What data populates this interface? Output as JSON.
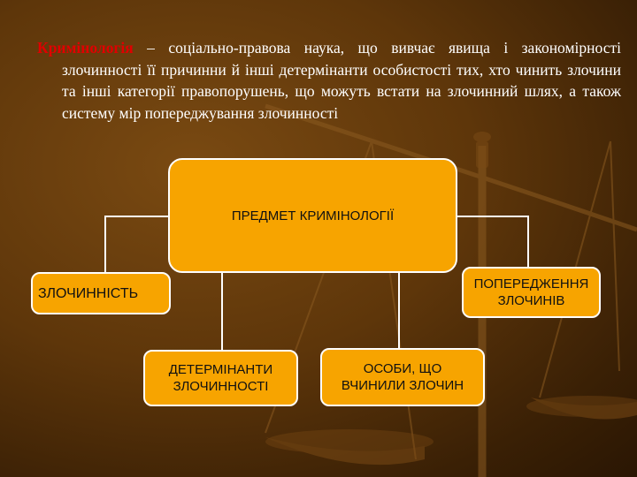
{
  "intro": {
    "term": "Кримінологія",
    "text": " – соціально-правова наука, що вивчає явища і закономірності злочинності її причинни й інші детермінанти особистості тих, хто чинить злочини та інші категорії правопорушень, що можуть встати на злочинний шлях, а також систему мір попереджування злочинності"
  },
  "diagram": {
    "center": "ПРЕДМЕТ КРИМІНОЛОГІЇ",
    "left": "ЗЛОЧИННІСТЬ",
    "right": "ПОПЕРЕДЖЕННЯ\nЗЛОЧИНІВ",
    "bottom_left": "ДЕТЕРМІНАНТИ\nЗЛОЧИННОСТІ",
    "bottom_right": "ОСОБИ, ЩО\nВЧИНИЛИ ЗЛОЧИН"
  },
  "colors": {
    "box_fill": "#f7a400",
    "box_border": "#ffffff",
    "term": "#e00000",
    "background": "#5e360a"
  }
}
